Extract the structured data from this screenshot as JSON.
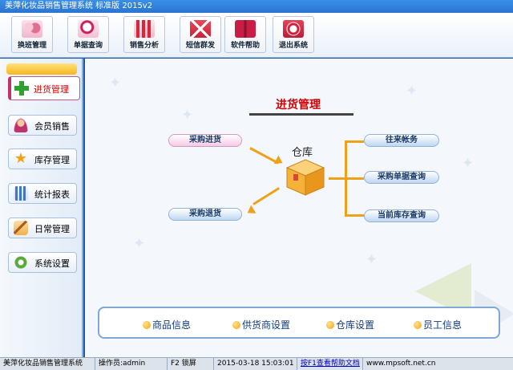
{
  "window": {
    "title": "美萍化妆品销售管理系统 标准版 2015v2"
  },
  "toolbar": {
    "buttons": [
      {
        "label": "换班管理",
        "icon": "user-swap-icon"
      },
      {
        "label": "单据查询",
        "icon": "magnifier-icon"
      },
      {
        "label": "销售分析",
        "icon": "bar-chart-icon"
      },
      {
        "label": "短信群发",
        "icon": "envelope-icon"
      },
      {
        "label": "软件帮助",
        "icon": "help-book-icon"
      },
      {
        "label": "退出系统",
        "icon": "power-icon"
      }
    ]
  },
  "sidebar": {
    "items": [
      {
        "label": "进货管理",
        "icon": "plus-icon",
        "active": true
      },
      {
        "label": "会员销售",
        "icon": "member-icon",
        "active": false
      },
      {
        "label": "库存管理",
        "icon": "star-icon",
        "active": false
      },
      {
        "label": "统计报表",
        "icon": "report-chart-icon",
        "active": false
      },
      {
        "label": "日常管理",
        "icon": "broom-icon",
        "active": false
      },
      {
        "label": "系统设置",
        "icon": "gear-icon",
        "active": false
      }
    ]
  },
  "main": {
    "title": "进货管理",
    "warehouse_label": "仓库",
    "left_actions": {
      "purchase_in": "采购进货",
      "purchase_return": "采购退货"
    },
    "right_actions": {
      "accounts": "往来帐务",
      "purchase_query": "采购单据查询",
      "stock_query": "当前库存查询"
    },
    "footer_links": [
      "商品信息",
      "供货商设置",
      "仓库设置",
      "员工信息"
    ]
  },
  "statusbar": {
    "app_name": "美萍化妆品销售管理系统",
    "operator": "操作员:admin",
    "lock": "F2 锁屏",
    "datetime": "2015-03-18 15:03:01",
    "help": "按F1查看帮助文档",
    "website": "www.mpsoft.net.cn"
  },
  "colors": {
    "accent": "#d10000",
    "arrow": "#f0a11a",
    "link": "#123a7a"
  }
}
